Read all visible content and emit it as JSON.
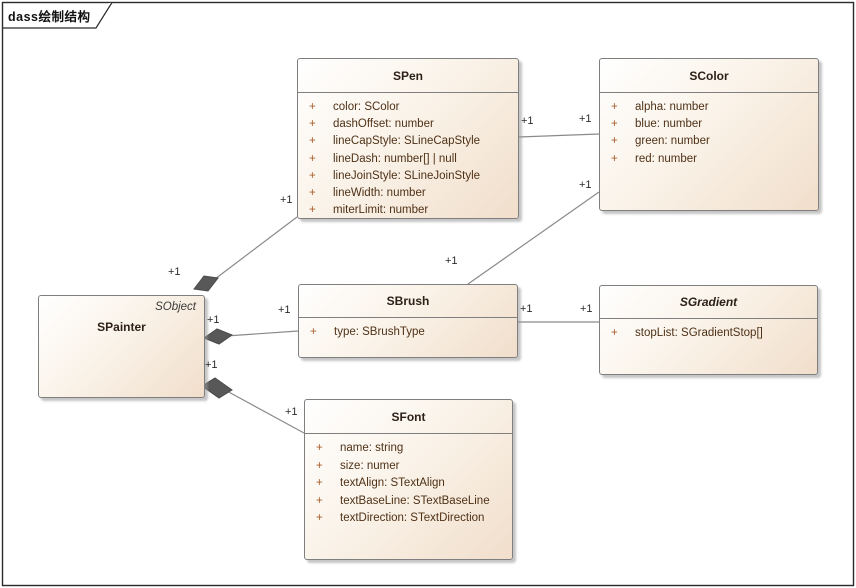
{
  "frame": {
    "label": "dass绘制结构"
  },
  "symbols": {
    "visibility_public": "+"
  },
  "colors": {
    "box_fill_light": "#ffffff",
    "box_fill_dark": "#f1decb",
    "box_border": "#7f7f7f",
    "attribute_text": "#4f3116",
    "visibility_sign": "#a85d2a",
    "connector_line": "#8a8a8a",
    "composition_diamond": "#585858",
    "frame_border": "#2b2b2b"
  },
  "classes": [
    {
      "name": "SPainter",
      "stereotype": "SObject",
      "attributes": []
    },
    {
      "name": "SPen",
      "attributes": [
        "color: SColor",
        "dashOffset: number",
        "lineCapStyle: SLineCapStyle",
        "lineDash: number[] | null",
        "lineJoinStyle: SLineJoinStyle",
        "lineWidth: number",
        "miterLimit: number"
      ]
    },
    {
      "name": "SColor",
      "attributes": [
        "alpha: number",
        "blue: number",
        "green: number",
        "red: number"
      ]
    },
    {
      "name": "SBrush",
      "attributes": [
        "type: SBrushType"
      ]
    },
    {
      "name": "SGradient",
      "abstract": true,
      "attributes": [
        "stopList: SGradientStop[]"
      ]
    },
    {
      "name": "SFont",
      "attributes": [
        "name: string",
        "size: numer",
        "textAlign: STextAlign",
        "textBaseLine: STextBaseLine",
        "textDirection: STextDirection"
      ]
    }
  ],
  "connections": [
    {
      "from": "SPainter",
      "to": "SPen",
      "kind": "composition",
      "source_label": "+1",
      "target_label": "+1"
    },
    {
      "from": "SPen",
      "to": "SColor",
      "kind": "association",
      "source_label": "+1",
      "target_label": "+1"
    },
    {
      "from": "SBrush",
      "to": "SColor",
      "kind": "association",
      "source_label": "+1",
      "target_label": "+1"
    },
    {
      "from": "SPainter",
      "to": "SBrush",
      "kind": "composition",
      "source_label": "+1",
      "target_label": "+1"
    },
    {
      "from": "SBrush",
      "to": "SGradient",
      "kind": "association",
      "source_label": "+1",
      "target_label": "+1"
    },
    {
      "from": "SPainter",
      "to": "SFont",
      "kind": "composition",
      "source_label": "+1",
      "target_label": "+1"
    }
  ]
}
